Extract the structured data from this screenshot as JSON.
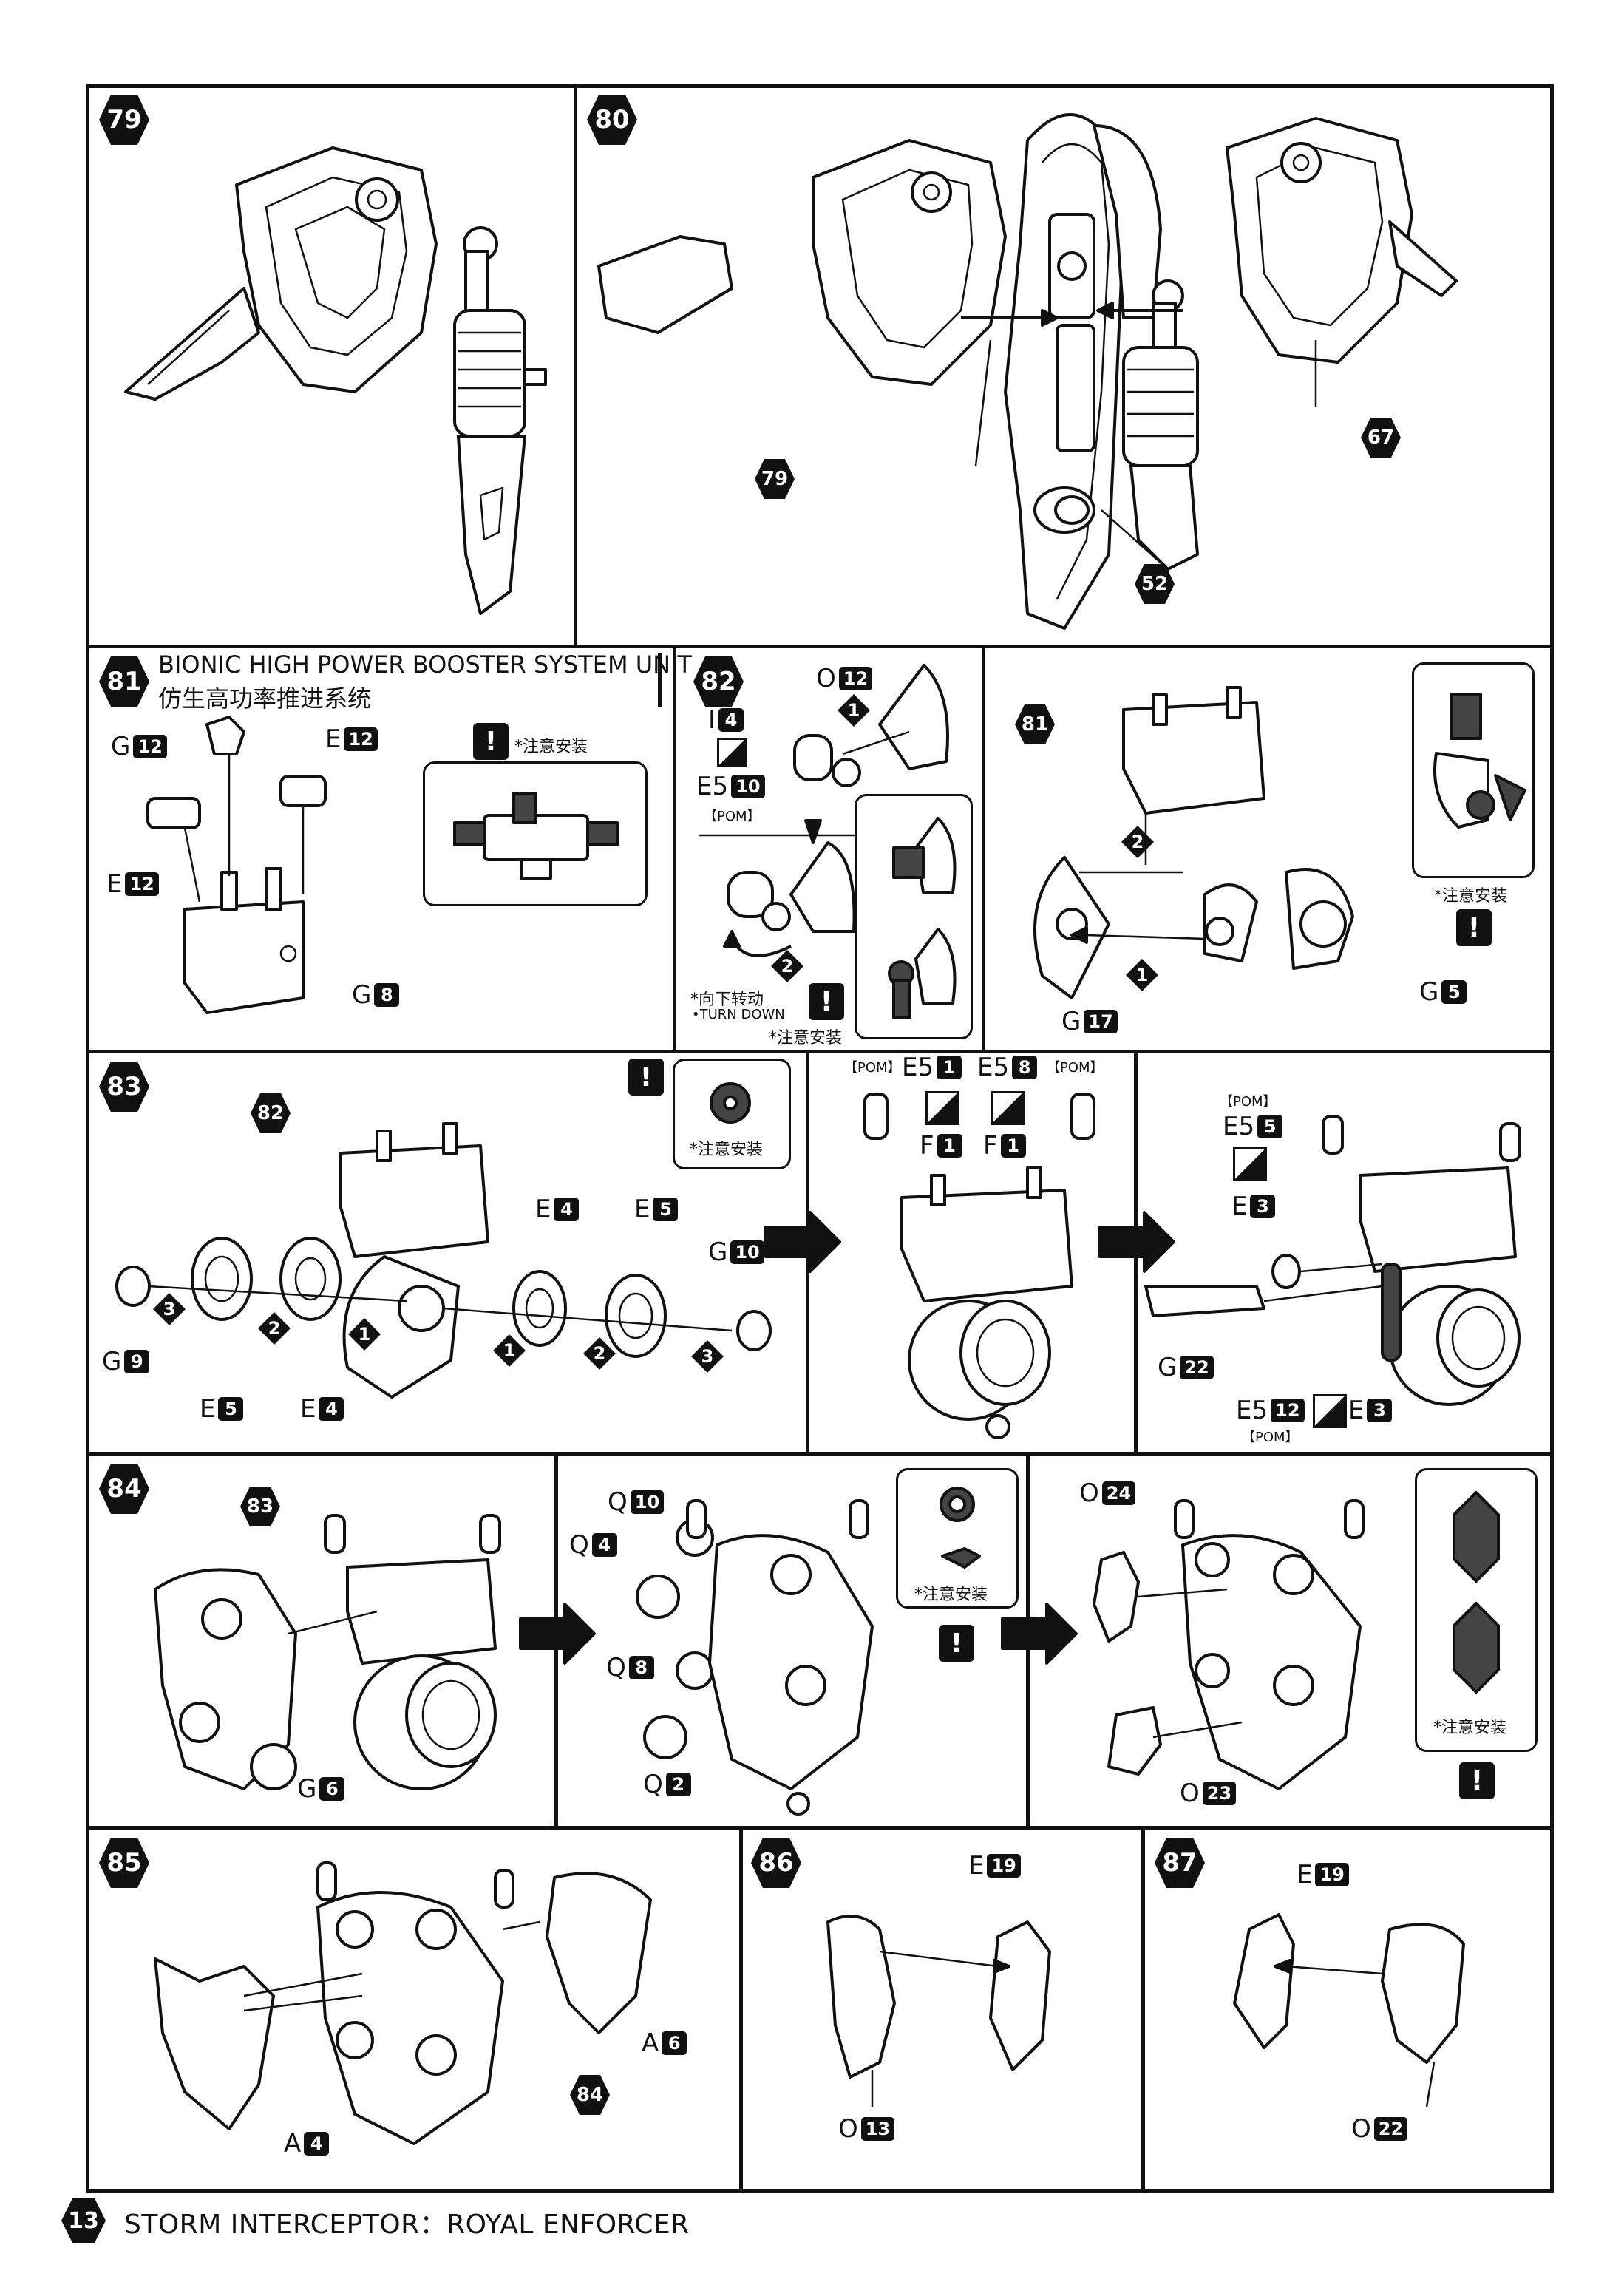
{
  "page": {
    "page_number": "13",
    "footer_title": "STORM INTERCEPTOR：ROYAL ENFORCER"
  },
  "steps": {
    "s79": {
      "number": "79"
    },
    "s80": {
      "number": "80",
      "refs": [
        "79",
        "67",
        "52"
      ]
    },
    "s81": {
      "number": "81",
      "title_en": "BIONIC HIGH POWER BOOSTER SYSTEM UNIT",
      "title_zh": "仿生高功率推进系统",
      "parts": [
        {
          "letter": "G",
          "num": "12"
        },
        {
          "letter": "E",
          "num": "12"
        },
        {
          "letter": "E",
          "num": "12"
        },
        {
          "letter": "G",
          "num": "8"
        }
      ],
      "note": "*注意安装",
      "warn": "!"
    },
    "s82": {
      "number": "82",
      "parts": [
        {
          "letter": "O",
          "num": "12"
        },
        {
          "letter": "I",
          "num": "4"
        },
        {
          "letter": "E5",
          "num": "10"
        }
      ],
      "pom": "【POM】",
      "order": [
        "1",
        "2"
      ],
      "note_zh": "*向下转动",
      "note_en": "•TURN DOWN",
      "note": "*注意安装",
      "warn": "!"
    },
    "s82b": {
      "ref": "81",
      "parts": [
        {
          "letter": "G",
          "num": "5"
        },
        {
          "letter": "G",
          "num": "17"
        }
      ],
      "order": [
        "2",
        "1"
      ],
      "note": "*注意安装",
      "warn": "!"
    },
    "s83": {
      "number": "83",
      "ref": "82",
      "parts": [
        {
          "letter": "E",
          "num": "4"
        },
        {
          "letter": "E",
          "num": "5"
        },
        {
          "letter": "G",
          "num": "10"
        },
        {
          "letter": "G",
          "num": "9"
        },
        {
          "letter": "E",
          "num": "5"
        },
        {
          "letter": "E",
          "num": "4"
        }
      ],
      "order_left": [
        "3",
        "2",
        "1"
      ],
      "order_right": [
        "1",
        "2",
        "3"
      ],
      "note": "*注意安装",
      "warn": "!"
    },
    "s83b": {
      "pom": "【POM】",
      "parts": [
        {
          "letter": "E5",
          "num": "1"
        },
        {
          "letter": "E5",
          "num": "8"
        },
        {
          "letter": "F",
          "num": "1"
        },
        {
          "letter": "F",
          "num": "1"
        }
      ]
    },
    "s83c": {
      "pom": "【POM】",
      "parts": [
        {
          "letter": "E5",
          "num": "5"
        },
        {
          "letter": "E",
          "num": "3"
        },
        {
          "letter": "G",
          "num": "22"
        },
        {
          "letter": "E5",
          "num": "12"
        },
        {
          "letter": "E",
          "num": "3"
        }
      ]
    },
    "s84": {
      "number": "84",
      "ref": "83",
      "parts": [
        {
          "letter": "G",
          "num": "6"
        },
        {
          "letter": "Q",
          "num": "10"
        },
        {
          "letter": "Q",
          "num": "4"
        },
        {
          "letter": "Q",
          "num": "8"
        },
        {
          "letter": "Q",
          "num": "2"
        },
        {
          "letter": "O",
          "num": "24"
        },
        {
          "letter": "O",
          "num": "23"
        }
      ],
      "note": "*注意安装",
      "note2": "*注意安装",
      "warn": "!"
    },
    "s85": {
      "number": "85",
      "ref": "84",
      "parts": [
        {
          "letter": "A",
          "num": "6"
        },
        {
          "letter": "A",
          "num": "4"
        }
      ]
    },
    "s86": {
      "number": "86",
      "parts": [
        {
          "letter": "E",
          "num": "19"
        },
        {
          "letter": "O",
          "num": "13"
        }
      ]
    },
    "s87": {
      "number": "87",
      "parts": [
        {
          "letter": "E",
          "num": "19"
        },
        {
          "letter": "O",
          "num": "22"
        }
      ]
    }
  }
}
